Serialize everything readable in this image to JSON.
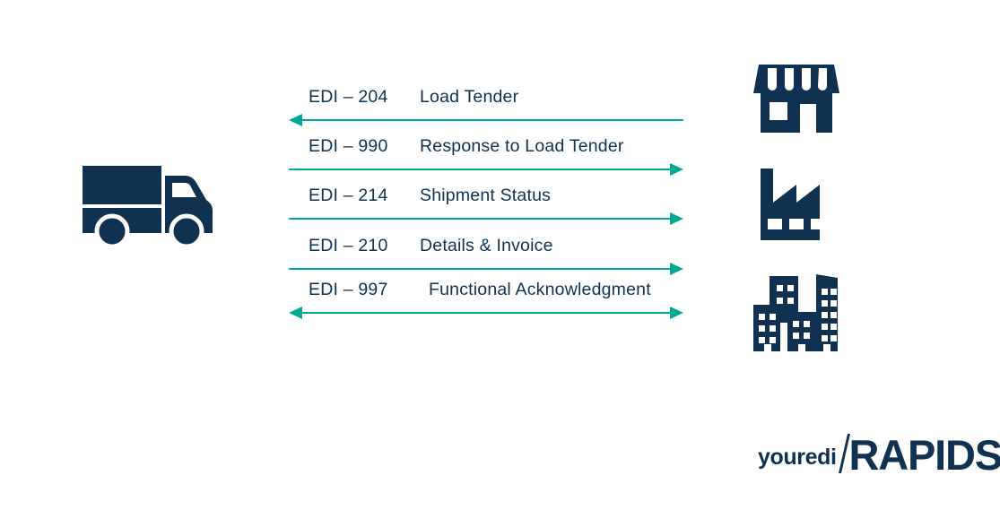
{
  "diagram": {
    "title": "EDI message flow between carrier and trading partners",
    "colors": {
      "navy": "#10314f",
      "teal": "#00a896",
      "background": "#ffffff"
    },
    "left_actor": {
      "icon": "truck-icon",
      "label": "Truck"
    },
    "right_actors": [
      {
        "icon": "store-icon",
        "label": "Store"
      },
      {
        "icon": "factory-icon",
        "label": "Factory"
      },
      {
        "icon": "city-buildings-icon",
        "label": "Buildings"
      }
    ],
    "messages": [
      {
        "code": "EDI – 204",
        "description": "Load Tender",
        "direction": "left"
      },
      {
        "code": "EDI – 990",
        "description": "Response to Load Tender",
        "direction": "right"
      },
      {
        "code": "EDI – 214",
        "description": "Shipment Status",
        "direction": "right"
      },
      {
        "code": "EDI – 210",
        "description": "Details & Invoice",
        "direction": "right"
      },
      {
        "code": "EDI – 997",
        "description": "Functional Acknowledgment",
        "direction": "both"
      }
    ]
  },
  "logo": {
    "word_one": "youredi",
    "word_two": "RAPIDS"
  }
}
